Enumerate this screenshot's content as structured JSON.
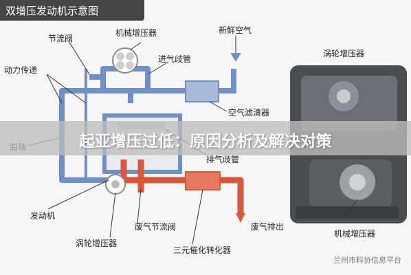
{
  "title": "双增压发动机示意图",
  "banner": "起亚增压过低：原因分析及解决对策",
  "watermark": "兰州市科协信息平台",
  "labels": {
    "throttle": "节流阀",
    "mech_supercharger": "机械增压器",
    "fresh_air": "新鲜空气",
    "power_transfer": "动力传递",
    "intake_manifold": "进气歧管",
    "turbocharger_photo": "涡轮增压器",
    "air_filter": "空气滤清器",
    "exhaust_manifold": "排气歧管",
    "crankshaft": "曲轴",
    "engine": "发动机",
    "waste_gate": "废气节流阀",
    "exhaust_out": "废气排出",
    "turbocharger": "涡轮增压器",
    "catalytic_converter": "三元催化转化器",
    "mech_supercharger_photo": "机械增压器"
  },
  "colors": {
    "intake": "#6f8fc6",
    "exhaust": "#d9573b",
    "title_bg": "#444444",
    "banner": "#bcbcbc"
  }
}
